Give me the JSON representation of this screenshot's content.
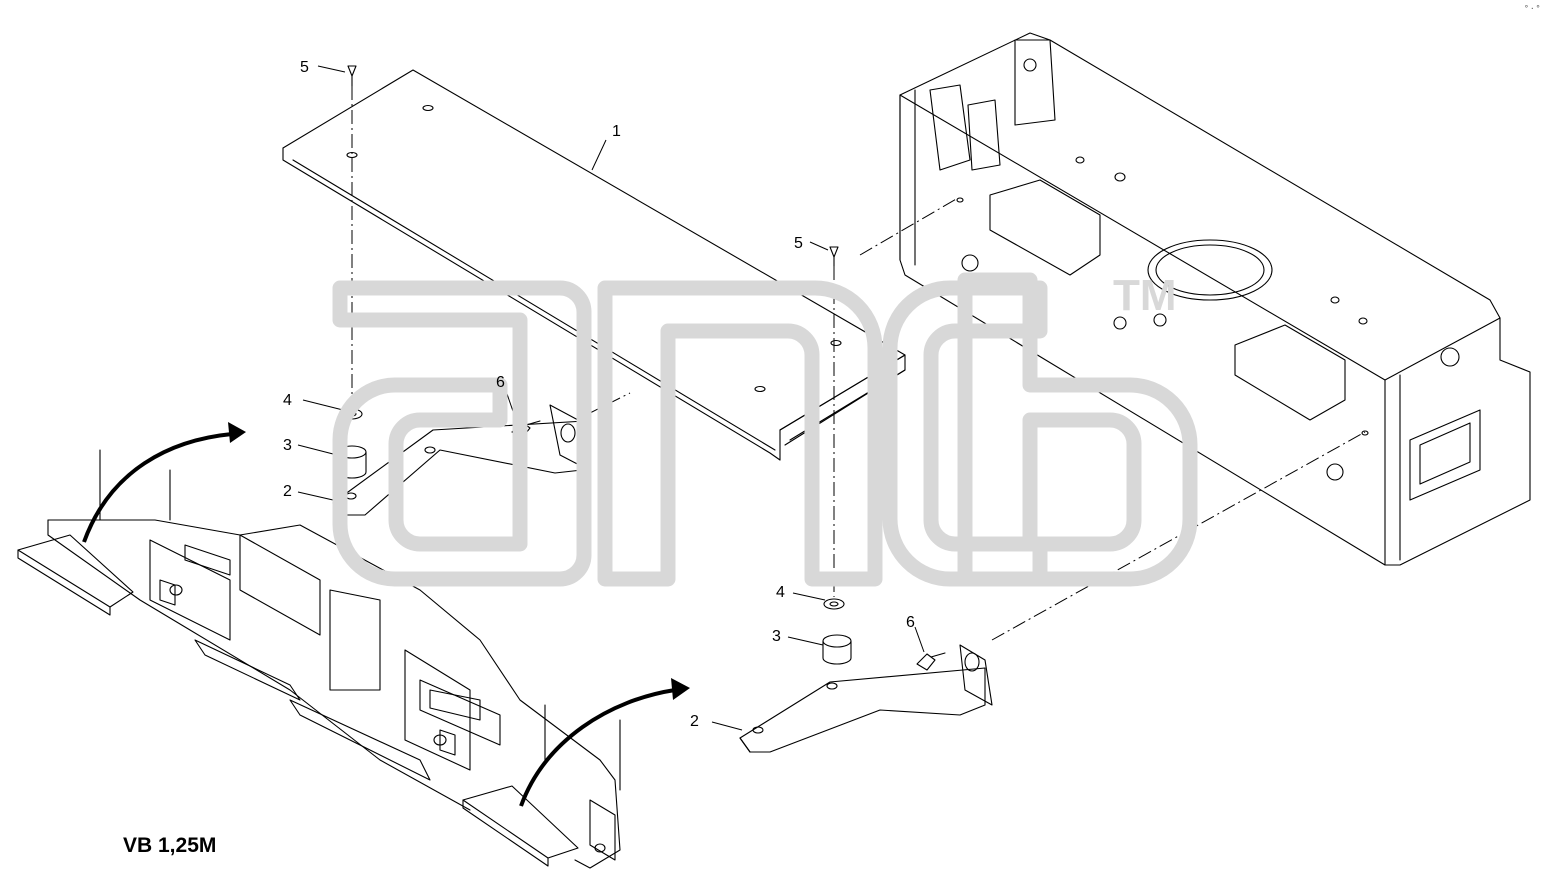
{
  "diagram": {
    "caption": "VB 1,25M",
    "callouts": {
      "left_assembly": {
        "cover": "1",
        "bracket": "2",
        "buffer": "3",
        "washer": "4",
        "screw_top": "5",
        "bolt": "6"
      },
      "right_assembly": {
        "screw_top": "5",
        "washer": "4",
        "buffer": "3",
        "bracket": "2",
        "bolt": "6"
      }
    },
    "watermark": {
      "text": "anb",
      "trademark": "TM",
      "color": "#d8d8d8"
    },
    "corner_mark": "°·°"
  }
}
